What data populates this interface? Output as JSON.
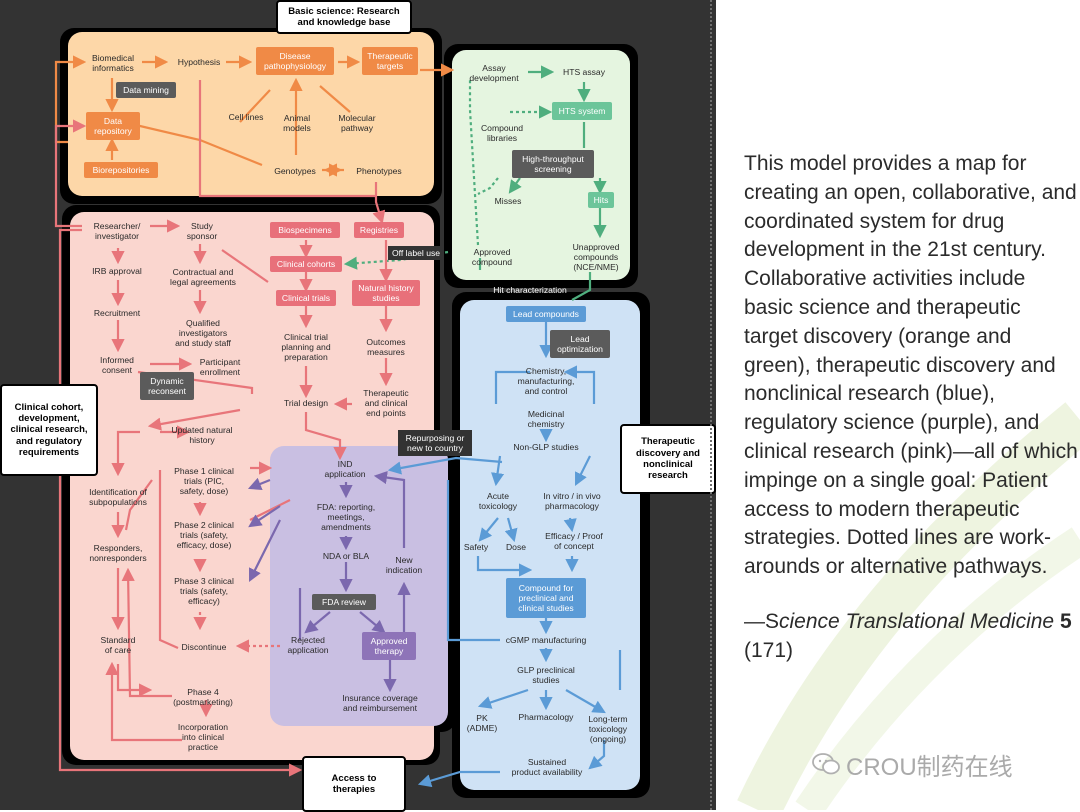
{
  "sections": {
    "basic_science": "Basic science: Research\nand knowledge base",
    "clinical": "Clinical cohort,\ndevelopment,\nclinical research,\nand regulatory\nrequirements",
    "therapeutic": "Therapeutic\ndiscovery and\nnonclinical\nresearch",
    "access": "Access to\ntherapies"
  },
  "nodes": {
    "biomedical_informatics": "Biomedical\ninformatics",
    "hypothesis": "Hypothesis",
    "disease_pathophysiology": "Disease\npathophysiology",
    "therapeutic_targets": "Therapeutic\ntargets",
    "data_mining": "Data mining",
    "data_repository": "Data\nrepository",
    "cell_lines": "Cell lines",
    "animal_models": "Animal\nmodels",
    "molecular_pathway": "Molecular\npathway",
    "biorepositories": "Biorepositories",
    "genotypes": "Genotypes",
    "phenotypes": "Phenotypes",
    "assay_development": "Assay\ndevelopment",
    "hts_assay": "HTS assay",
    "hts_system": "HTS system",
    "compound_libraries": "Compound\nlibraries",
    "high_throughput_screening": "High-throughput\nscreening",
    "misses": "Misses",
    "hits": "Hits",
    "approved_compound": "Approved\ncompound",
    "unapproved_compounds": "Unapproved\ncompounds\n(NCE/NME)",
    "hit_characterization": "Hit characterization",
    "off_label_use": "Off label use",
    "researcher_investigator": "Researcher/\ninvestigator",
    "study_sponsor": "Study\nsponsor",
    "biospecimens": "Biospecimens",
    "registries": "Registries",
    "irb_approval": "IRB approval",
    "contractual_agreements": "Contractual and\nlegal agreements",
    "clinical_cohorts": "Clinical cohorts",
    "natural_history_studies": "Natural history\nstudies",
    "recruitment": "Recruitment",
    "clinical_trials": "Clinical trials",
    "qualified_investigators": "Qualified\ninvestigators\nand study staff",
    "clinical_trial_planning": "Clinical trial\nplanning and\npreparation",
    "outcomes_measures": "Outcomes\nmeasures",
    "informed_consent": "Informed\nconsent",
    "participant_enrollment": "Participant\nenrollment",
    "dynamic_reconsent": "Dynamic\nreconsent",
    "trial_design": "Trial design",
    "therapeutic_clinical_endpoints": "Therapeutic\nand clinical\nend points",
    "updated_natural_history": "Updated natural\nhistory",
    "identification_subpopulations": "Identification of\nsubpopulations",
    "responders": "Responders,\nnonresponders",
    "standard_of_care": "Standard\nof care",
    "phase1": "Phase 1 clinical\ntrials (PIC,\nsafety, dose)",
    "phase2": "Phase 2 clinical\ntrials (safety,\nefficacy, dose)",
    "phase3": "Phase 3 clinical\ntrials (safety,\nefficacy)",
    "discontinue": "Discontinue",
    "phase4": "Phase 4\n(postmarketing)",
    "incorporation": "Incorporation\ninto clinical\npractice",
    "repurposing": "Repurposing or\nnew to country",
    "ind_application": "IND\napplication",
    "fda_reporting": "FDA: reporting,\nmeetings,\namendments",
    "nda_bla": "NDA or BLA",
    "new_indication": "New\nindication",
    "fda_review": "FDA review",
    "rejected_application": "Rejected\napplication",
    "approved_therapy": "Approved\ntherapy",
    "insurance": "Insurance coverage\nand reimbursement",
    "lead_compounds": "Lead compounds",
    "lead_optimization": "Lead\noptimization",
    "cmc": "Chemistry,\nmanufacturing,\nand control",
    "medicinal_chemistry": "Medicinal\nchemistry",
    "non_glp": "Non-GLP studies",
    "acute_toxicology": "Acute\ntoxicology",
    "in_vitro_in_vivo": "In vitro / in vivo\npharmacology",
    "safety": "Safety",
    "dose": "Dose",
    "efficacy_proof": "Efficacy / Proof\nof concept",
    "compound_preclinical": "Compound for\npreclinical and\nclinical studies",
    "cgmp": "cGMP manufacturing",
    "glp_preclinical": "GLP preclinical\nstudies",
    "pk_adme": "PK\n(ADME)",
    "pharmacology": "Pharmacology",
    "long_term_tox": "Long-term\ntoxicology\n(ongoing)",
    "sustained_availability": "Sustained\nproduct availability"
  },
  "colors": {
    "background": "#333333",
    "basic_science": "#fdd7a8",
    "discovery": "#e5f5e0",
    "clinical": "#fad6cf",
    "regulatory": "#c9bfe2",
    "nonclinical": "#cfe2f5",
    "arrow_orange": "#f08a46",
    "arrow_pink": "#e8757a",
    "arrow_green": "#4fae7e",
    "arrow_blue": "#5b9bd6",
    "arrow_purple": "#7b68ae"
  },
  "caption": {
    "body": "This model provides a map for creating an open, collaborative, and coordinated system for drug development in the 21st century. Collaborative activities include basic science and therapeutic target discovery (orange and green), therapeutic discovery and nonclinical research (blue), regulatory science (purple), and clinical research (pink)—all of which impinge on a single goal: Patient access to modern therapeutic strategies. Dotted lines are work-arounds or alternative pathways.",
    "citation_prefix": "—S",
    "citation_journal": "cience Translational Medicine",
    "citation_volume": "5",
    "citation_issue": "(171)"
  },
  "watermark": {
    "icon": "wechat-icon",
    "text": "CROU制药在线"
  }
}
